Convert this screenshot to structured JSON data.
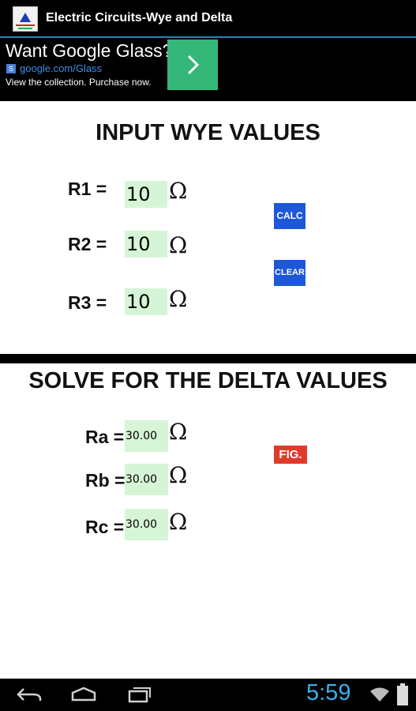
{
  "app": {
    "title": "Electric Circuits-Wye and Delta",
    "accent_color": "#2a84b8"
  },
  "ad": {
    "headline": "Want Google Glass?",
    "sponsor_icon": "S",
    "url": "google.com/Glass",
    "description": "View the collection. Purchase now.",
    "go_icon": "chevron-right-icon",
    "go_color": "#35b77a"
  },
  "wye": {
    "heading": "INPUT WYE VALUES",
    "inputs": [
      {
        "label": "R1 =",
        "value": "10",
        "unit": "Ω"
      },
      {
        "label": "R2 =",
        "value": "10",
        "unit": "Ω"
      },
      {
        "label": "R3 =",
        "value": "10",
        "unit": "Ω"
      }
    ],
    "calc_label": "CALC",
    "clear_label": "CLEAR"
  },
  "delta": {
    "heading": "SOLVE FOR THE DELTA VALUES",
    "outputs": [
      {
        "label": "Ra =",
        "value": "30.00",
        "unit": "Ω"
      },
      {
        "label": "Rb =",
        "value": "30.00",
        "unit": "Ω"
      },
      {
        "label": "Rc =",
        "value": "30.00",
        "unit": "Ω"
      }
    ],
    "fig_label": "FIG."
  },
  "navbar": {
    "clock": "5:59",
    "icons": [
      "back-icon",
      "home-icon",
      "recent-apps-icon",
      "wifi-icon",
      "battery-icon"
    ]
  }
}
